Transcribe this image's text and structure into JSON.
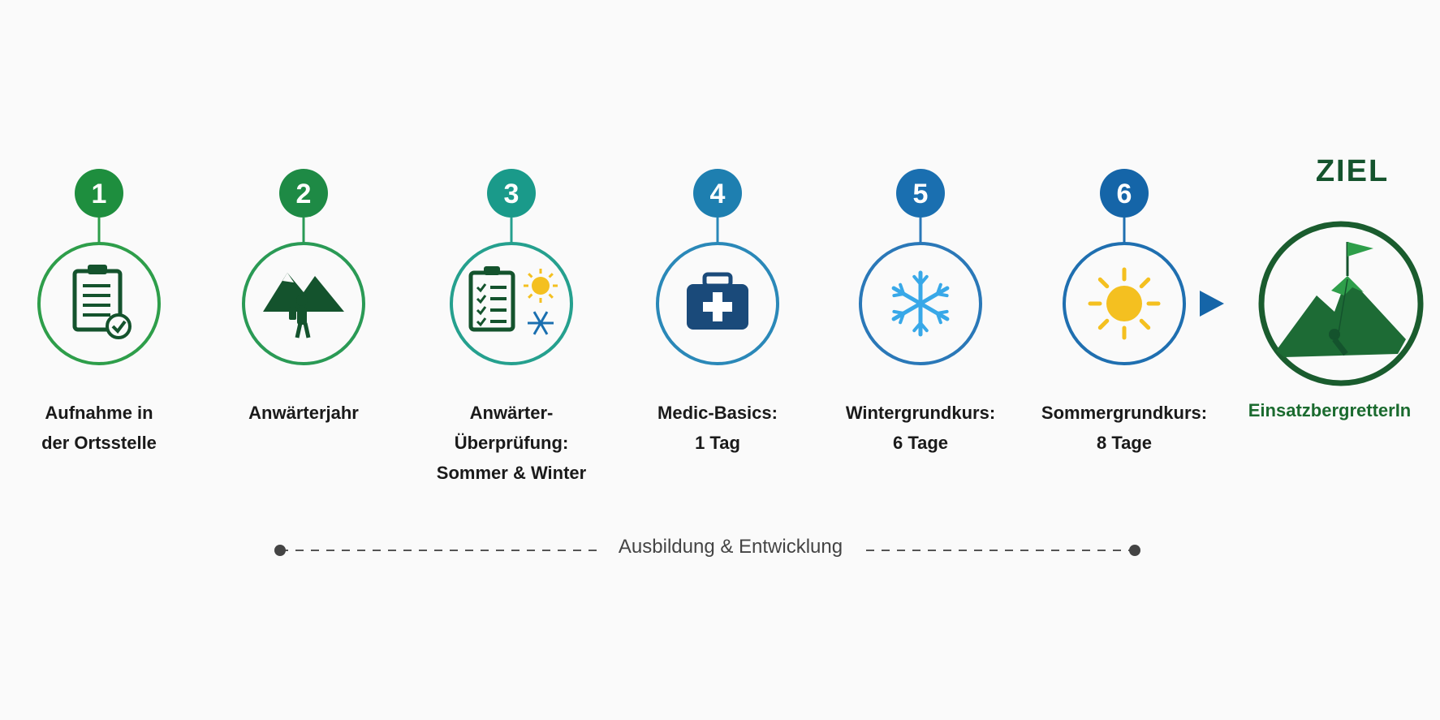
{
  "steps": [
    {
      "number": "1",
      "label": "Aufnahme in\nder Ortsstelle",
      "badge_color": "#1e8e3e",
      "ring_color": "#2e9e4a",
      "icon": "clipboard-check-icon"
    },
    {
      "number": "2",
      "label": "Anwärterjahr",
      "badge_color": "#1e8a45",
      "ring_color": "#2a9a55",
      "icon": "hiker-mountain-icon"
    },
    {
      "number": "3",
      "label": "Anwärter-\nÜberprüfung:\nSommer & Winter",
      "badge_color": "#1a9a8a",
      "ring_color": "#25a08e",
      "icon": "checklist-sun-snow-icon"
    },
    {
      "number": "4",
      "label": "Medic-Basics:\n1 Tag",
      "badge_color": "#1e7fb0",
      "ring_color": "#2a88b8",
      "icon": "first-aid-kit-icon"
    },
    {
      "number": "5",
      "label": "Wintergrundkurs:\n6 Tage",
      "badge_color": "#1a6fb0",
      "ring_color": "#2a78b8",
      "icon": "snowflake-icon"
    },
    {
      "number": "6",
      "label": "Sommergrundkurs:\n8 Tage",
      "badge_color": "#1565a8",
      "ring_color": "#1f6fb0",
      "icon": "sun-icon"
    }
  ],
  "goal": {
    "title": "ZIEL",
    "label": "EinsatzbergretterIn",
    "ring_color": "#1a5c2e",
    "icon": "summit-flag-climber-icon"
  },
  "timeline": {
    "label": "Ausbildung & Entwicklung"
  },
  "colors": {
    "green": "#1e8e3e",
    "teal": "#1a9a8a",
    "blue": "#1565a8",
    "dark_green": "#14532d",
    "navy": "#1a4a7a",
    "sky": "#38a8e8",
    "sun": "#f4c020"
  }
}
